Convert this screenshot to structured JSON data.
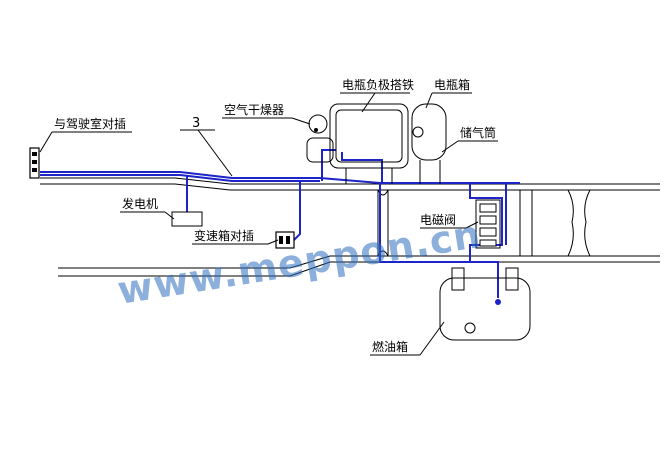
{
  "labels": {
    "cab_connector": "与驾驶室对插",
    "generator": "发电机",
    "air_dryer": "空气干燥器",
    "battery_neg_strap": "电瓶负极搭铁",
    "battery_box": "电瓶箱",
    "air_tank": "储气筒",
    "gearbox_connector": "变速箱对插",
    "solenoid_valve": "电磁阀",
    "fuel_tank": "燃油箱",
    "harness_number": "3"
  },
  "watermark": "www.meppon.cn",
  "colors": {
    "wire": "#1d24c8",
    "line": "#000000",
    "watermark": "#2f6fc0"
  }
}
